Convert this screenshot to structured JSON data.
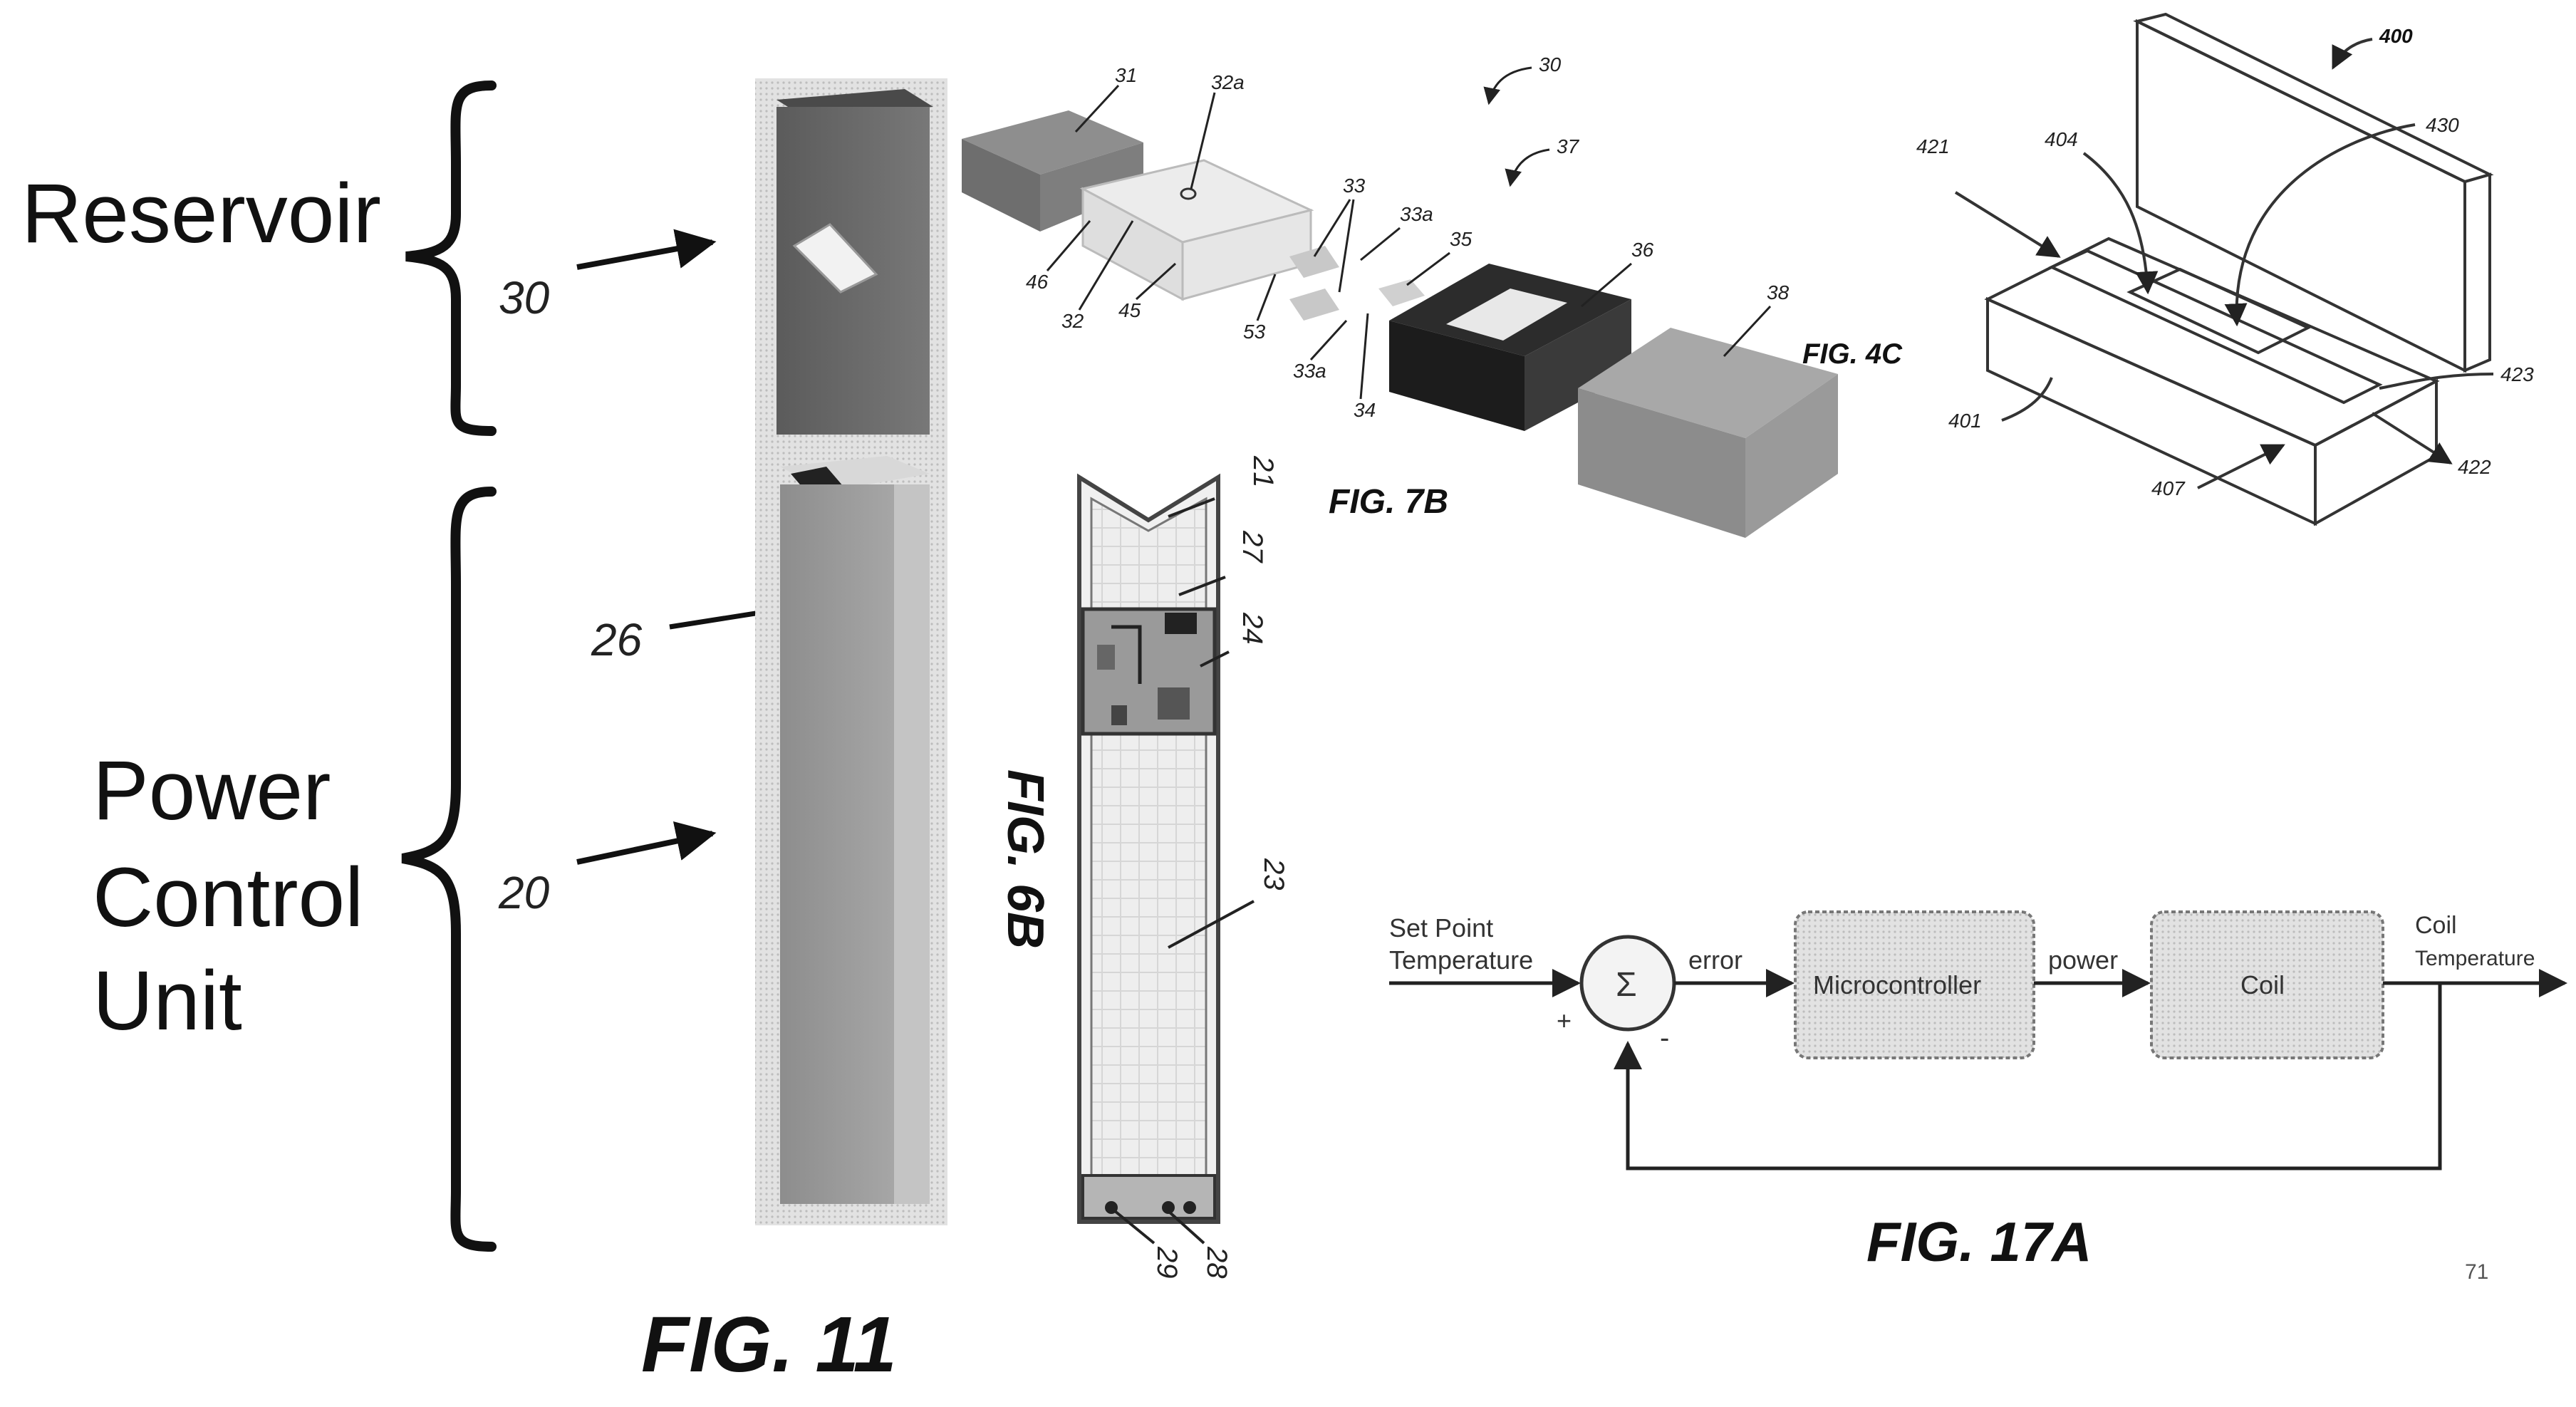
{
  "fig11": {
    "reservoir_label": "Reservoir",
    "power_label_line1": "Power",
    "power_label_line2": "Control",
    "power_label_line3": "Unit",
    "ref_30": "30",
    "ref_20": "20",
    "ref_26": "26",
    "caption": "FIG. 11"
  },
  "fig6b": {
    "caption": "FIG. 6B",
    "refs": {
      "r21": "21",
      "r27": "27",
      "r24": "24",
      "r23": "23",
      "r29": "29",
      "r28": "28"
    }
  },
  "fig7b": {
    "caption": "FIG. 7B"
  },
  "fig4c": {
    "caption": "FIG. 4C",
    "refs": {
      "r30": "30",
      "r37": "37",
      "r31": "31",
      "r32a": "32a",
      "r46": "46",
      "r32": "32",
      "r45": "45",
      "r53": "53",
      "r33": "33",
      "r33a_top": "33a",
      "r33a_bottom": "33a",
      "r35": "35",
      "r34": "34",
      "r36": "36",
      "r38": "38"
    }
  },
  "fig400": {
    "refs": {
      "r400": "400",
      "r421": "421",
      "r404": "404",
      "r430": "430",
      "r423": "423",
      "r401": "401",
      "r407": "407",
      "r422": "422"
    }
  },
  "fig17a": {
    "caption": "FIG. 17A",
    "setpoint_line1": "Set Point",
    "setpoint_line2": "Temperature",
    "sum_symbol": "Σ",
    "plus_sign": "+",
    "minus_sign": "-",
    "error_label": "error",
    "microcontroller_label": "Microcontroller",
    "power_label": "power",
    "coil_label": "Coil",
    "coil_temp_line1": "Coil",
    "coil_temp_line2": "Temperature"
  },
  "page_number": "71"
}
